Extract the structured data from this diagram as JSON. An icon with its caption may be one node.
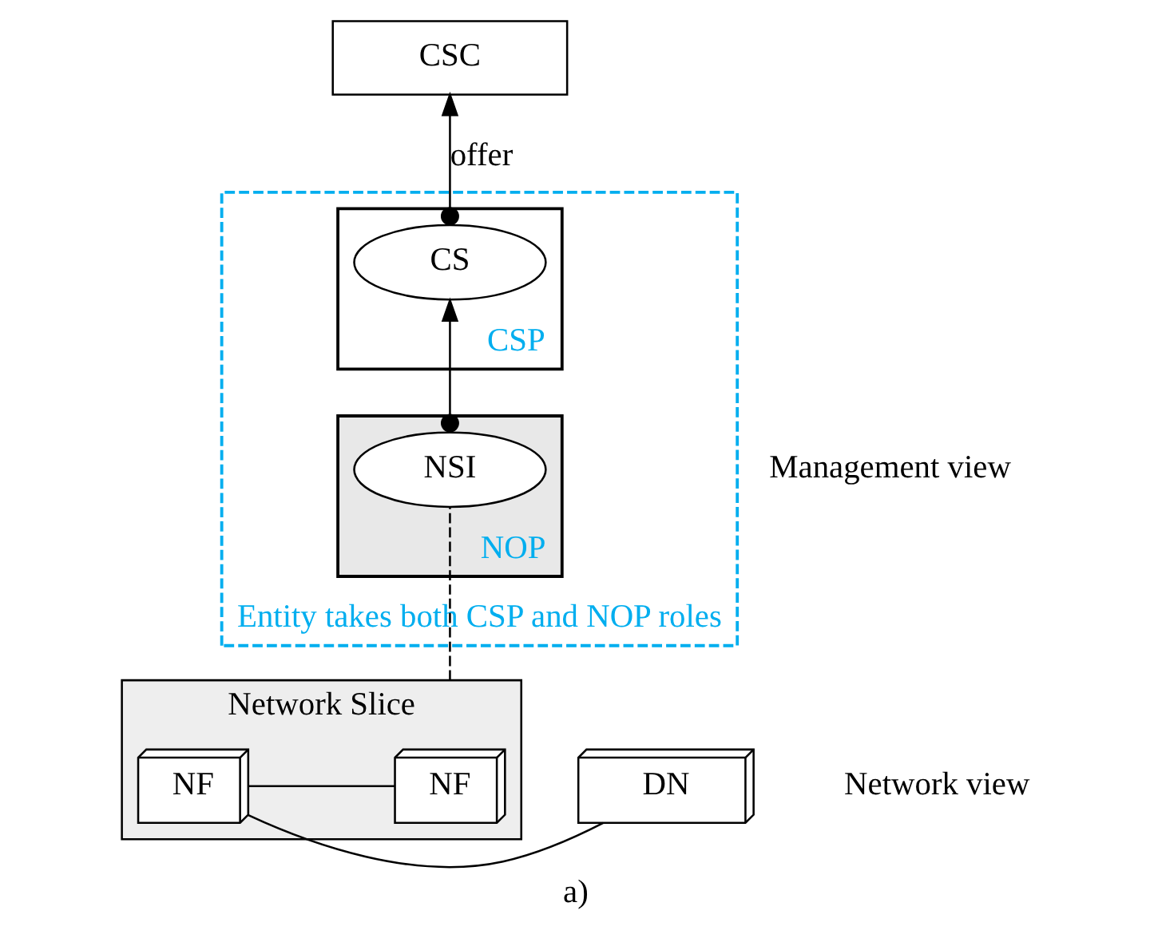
{
  "diagram": {
    "caption": "a)",
    "nodes": [
      {
        "text": [
          "CSC"
        ]
      },
      {
        "text": [
          "Entity takes both CSP and NOP roles"
        ]
      },
      {
        "text": [
          "CSP"
        ],
        "in": 1
      },
      {
        "text": [
          "CS"
        ],
        "in": 2
      },
      {
        "text": [
          "NOP"
        ],
        "in": 1
      },
      {
        "text": [
          "NSI"
        ],
        "in": 4
      },
      {
        "text": [
          "Network Slice"
        ]
      },
      {
        "text": [
          "NF"
        ],
        "in": 6
      },
      {
        "text": [
          "NF"
        ],
        "in": 6
      },
      {
        "text": [
          "DN"
        ]
      }
    ],
    "edges": [
      {
        "from": 3,
        "to": 0,
        "arrow": "to",
        "label": "offer"
      },
      {
        "from": 5,
        "to": 3,
        "arrow": "to"
      },
      {
        "from": 6,
        "to": 5,
        "arrow": "none",
        "style": "dashed"
      },
      {
        "from": 7,
        "to": 8,
        "arrow": "none"
      },
      {
        "from": 8,
        "to": 9,
        "arrow": "none"
      }
    ],
    "labels": [
      "Management view",
      "Network view"
    ]
  }
}
